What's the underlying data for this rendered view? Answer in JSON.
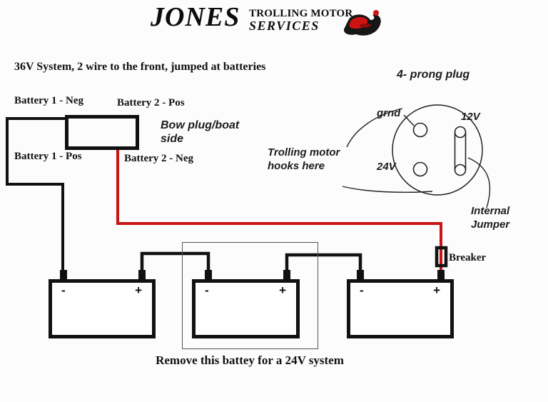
{
  "header": {
    "brand": "JONES",
    "division_line1": "TROLLING MOTOR",
    "division_line2": "SERVICES",
    "logo_icon": "red-black-swoosh-logo"
  },
  "diagram_title": "36V System, 2 wire to the front, jumped at batteries",
  "bow_plug": {
    "battery1_neg": "Battery 1 - Neg",
    "battery2_pos": "Battery 2 - Pos",
    "battery1_pos": "Battery 1 - Pos",
    "battery2_neg": "Battery 2 - Neg",
    "note": "Bow plug/boat side"
  },
  "prong_plug": {
    "title": "4- prong plug",
    "grnd_label": "grnd",
    "v12_label": "12V",
    "v24_label": "24V",
    "trolling_note": "Trolling motor hooks here",
    "jumper_note": "Internal Jumper"
  },
  "breaker_label": "Breaker",
  "batteries": [
    {
      "neg_sign": "-",
      "pos_sign": "+"
    },
    {
      "neg_sign": "-",
      "pos_sign": "+"
    },
    {
      "neg_sign": "-",
      "pos_sign": "+"
    }
  ],
  "caption": "Remove this battey for a 24V system",
  "colors": {
    "wire_black": "#111111",
    "wire_red": "#c81414",
    "outline_gray": "#555555"
  }
}
